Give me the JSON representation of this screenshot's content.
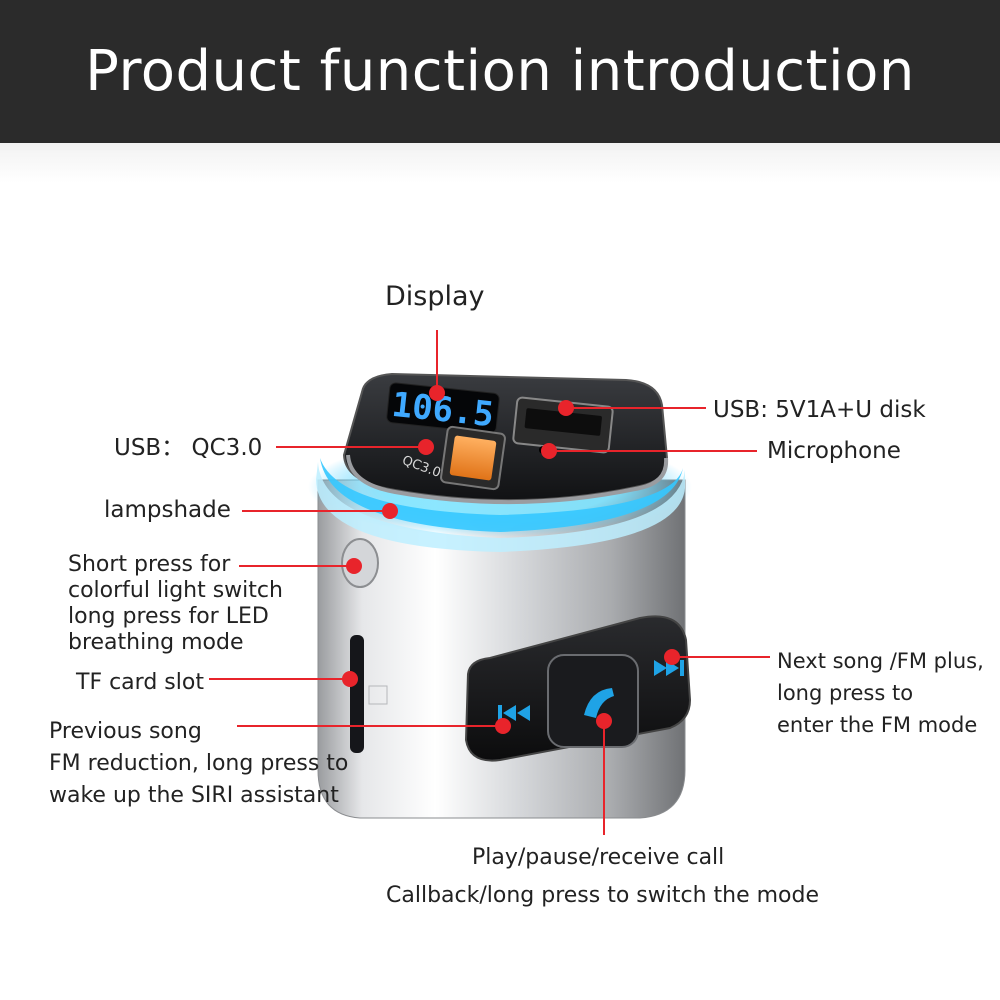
{
  "header": {
    "title": "Product function introduction"
  },
  "callouts": {
    "display": "Display",
    "usb_5v": "USB: 5V1A+U disk",
    "usb_qc": "USB： QC3.0",
    "microphone": "Microphone",
    "lampshade": "lampshade",
    "light_button": [
      "Short press for",
      "colorful light switch",
      "long press for LED",
      "breathing mode"
    ],
    "tf_slot": "TF card slot",
    "previous": [
      "Previous song",
      "FM reduction, long press to",
      "wake up the SIRI assistant"
    ],
    "next": [
      "Next song /FM plus,",
      "long press to",
      "enter the FM mode"
    ],
    "play": [
      "Play/pause/receive call",
      "Callback/long press to switch the mode"
    ]
  },
  "device": {
    "display_digits": "106.5",
    "port_label": "QC3.0"
  },
  "colors": {
    "header_bg": "#2b2b2b",
    "leader_line": "#e8242b",
    "display_digits": "#3fa9ff",
    "glow": "#35c8ff",
    "button_icons": "#1fa3e6"
  }
}
